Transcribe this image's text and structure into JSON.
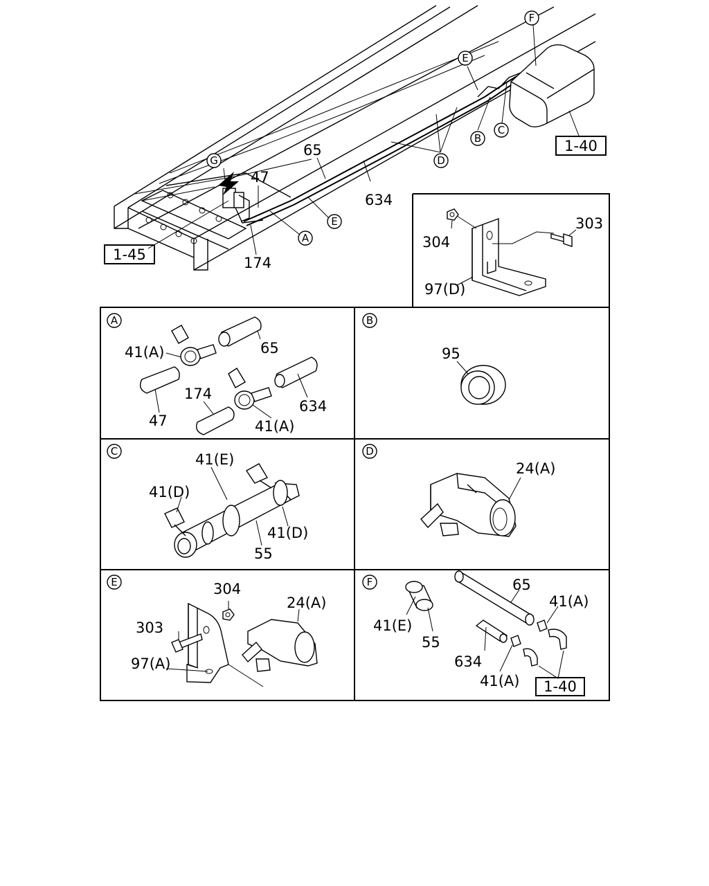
{
  "main": {
    "view_markers": {
      "g": "G",
      "f": "F",
      "e": "E",
      "a": "A",
      "e2": "E",
      "b": "B",
      "c": "C",
      "d": "D"
    },
    "callouts": {
      "p65": "65",
      "p47": "47",
      "p634": "634",
      "p174": "174"
    },
    "refs": {
      "r145": "1-45",
      "r140": "1-40"
    }
  },
  "inset_bracket": {
    "p303": "303",
    "p304": "304",
    "p97d": "97(D)"
  },
  "panel_a": {
    "marker": "A",
    "p41a_1": "41(A)",
    "p65": "65",
    "p47": "47",
    "p174": "174",
    "p634": "634",
    "p41a_2": "41(A)"
  },
  "panel_b": {
    "marker": "B",
    "p95": "95"
  },
  "panel_c": {
    "marker": "C",
    "p41e": "41(E)",
    "p41d_1": "41(D)",
    "p41d_2": "41(D)",
    "p55": "55"
  },
  "panel_d": {
    "marker": "D",
    "p24a": "24(A)"
  },
  "panel_e": {
    "marker": "E",
    "p304": "304",
    "p24a": "24(A)",
    "p303": "303",
    "p97a": "97(A)"
  },
  "panel_f": {
    "marker": "F",
    "p65": "65",
    "p41a_1": "41(A)",
    "p41e": "41(E)",
    "p55": "55",
    "p634": "634",
    "p41a_2": "41(A)",
    "r140": "1-40"
  }
}
